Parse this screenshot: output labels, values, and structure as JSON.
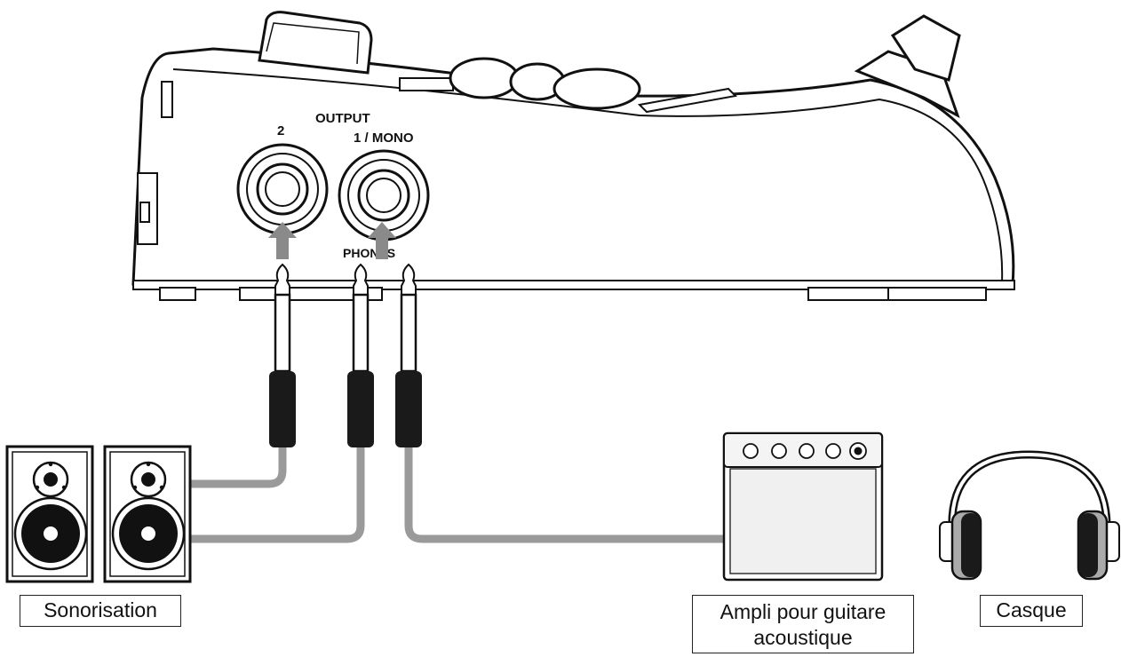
{
  "device": {
    "output_label": "OUTPUT",
    "jack_2_label": "2",
    "jack_1_label": "1 / MONO",
    "phones_label": "PHONES"
  },
  "captions": {
    "sound_system": "Sonorisation",
    "amp_line1": "Ampli pour guitare",
    "amp_line2": "acoustique",
    "headphones": "Casque"
  },
  "colors": {
    "outline": "#111111",
    "cable": "#9a9a9a",
    "arrow": "#8a8a8a",
    "plug": "#1a1a1a"
  }
}
